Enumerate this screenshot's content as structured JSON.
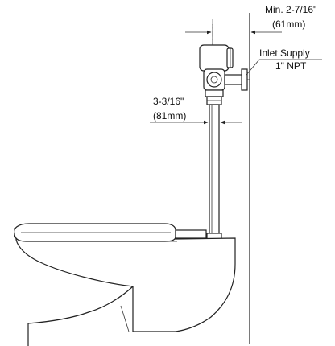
{
  "dimensions": {
    "wall_offset": {
      "imperial": "Min. 2-7/16\"",
      "metric": "(61mm)"
    },
    "pipe_offset": {
      "imperial": "3-3/16\"",
      "metric": "(81mm)"
    }
  },
  "callouts": {
    "inlet_supply": {
      "line1": "Inlet Supply",
      "line2": "1\" NPT"
    }
  },
  "colors": {
    "line": "#222222",
    "background": "#ffffff"
  }
}
